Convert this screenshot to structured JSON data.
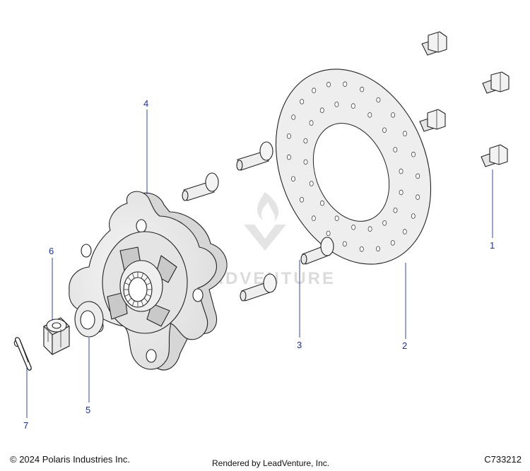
{
  "callouts": [
    {
      "id": "1",
      "label": "1"
    },
    {
      "id": "2",
      "label": "2"
    },
    {
      "id": "3",
      "label": "3"
    },
    {
      "id": "4",
      "label": "4"
    },
    {
      "id": "5",
      "label": "5"
    },
    {
      "id": "6",
      "label": "6"
    },
    {
      "id": "7",
      "label": "7"
    }
  ],
  "watermark": {
    "text": "LEADVENTURE"
  },
  "footer": {
    "copyright": "© 2024 Polaris Industries Inc.",
    "rendered_by": "Rendered by LeadVenture, Inc.",
    "diagram_id": "C733212"
  },
  "colors": {
    "callout": "#1a2fb0",
    "part_fill": "#efefef",
    "part_shadow": "#d6d6d6",
    "outline": "#222222"
  }
}
